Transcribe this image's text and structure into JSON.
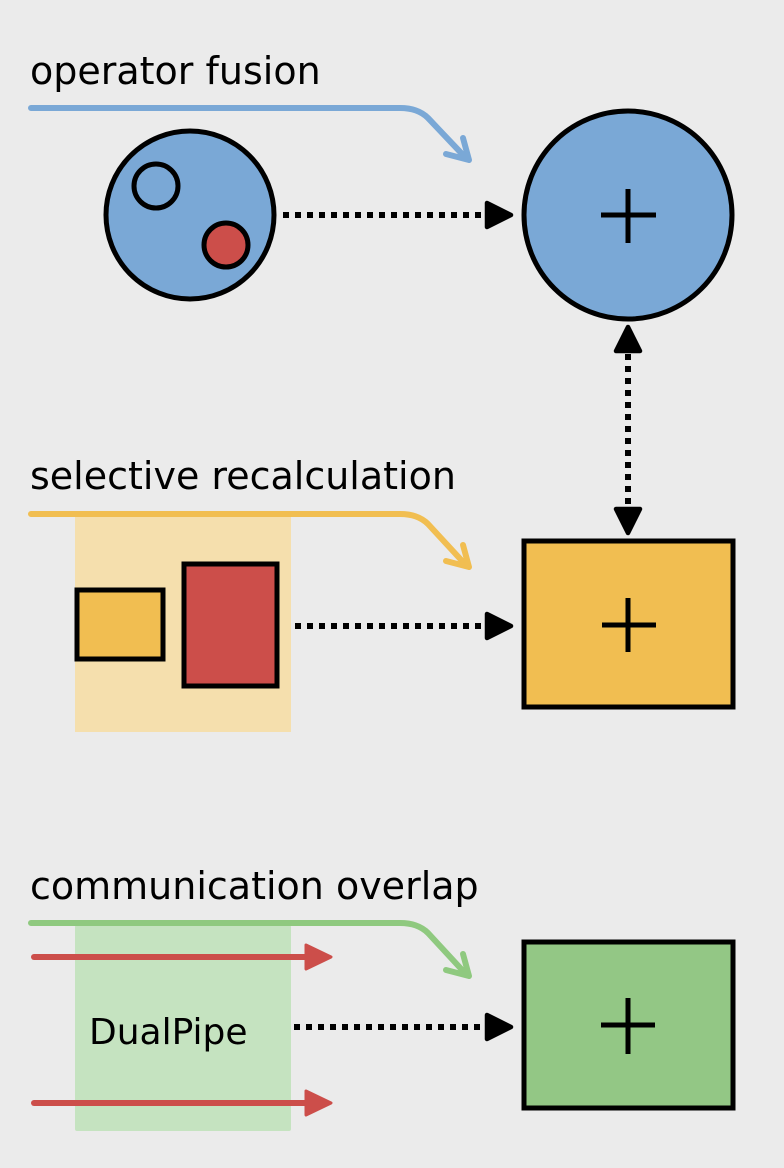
{
  "diagram": {
    "background": "#ebebeb",
    "sections": [
      {
        "id": "operator-fusion",
        "title": "operator fusion",
        "accent_color": "#7aa8d6",
        "source": {
          "shape": "circle",
          "fill": "#7aa8d6",
          "children": [
            {
              "shape": "circle",
              "fill": "none",
              "role": "hollow"
            },
            {
              "shape": "circle",
              "fill": "#cc4e4a",
              "role": "filled"
            }
          ]
        },
        "target": {
          "shape": "circle",
          "fill": "#7aa8d6",
          "symbol": "+"
        },
        "connector": "dotted-arrow"
      },
      {
        "id": "selective-recalculation",
        "title": "selective recalculation",
        "accent_color": "#f1be51",
        "highlight_color": "#f5dfad",
        "source": {
          "shape": "group",
          "children": [
            {
              "shape": "rect",
              "fill": "#f1be51"
            },
            {
              "shape": "rect",
              "fill": "#cc4e4a"
            }
          ]
        },
        "target": {
          "shape": "rect",
          "fill": "#f1be51",
          "symbol": "+"
        },
        "connector": "dotted-arrow"
      },
      {
        "id": "communication-overlap",
        "title": "communication overlap",
        "accent_color": "#8fc97f",
        "highlight_color": "#c5e3c0",
        "stream_color": "#cc4e4a",
        "source": {
          "shape": "highlight",
          "label": "DualPipe"
        },
        "target": {
          "shape": "rect",
          "fill": "#93c785",
          "symbol": "+"
        },
        "connector": "dotted-arrow"
      }
    ],
    "links": [
      {
        "from": "operator-fusion.target",
        "to": "selective-recalculation.target",
        "style": "dotted-double-arrow"
      }
    ]
  }
}
